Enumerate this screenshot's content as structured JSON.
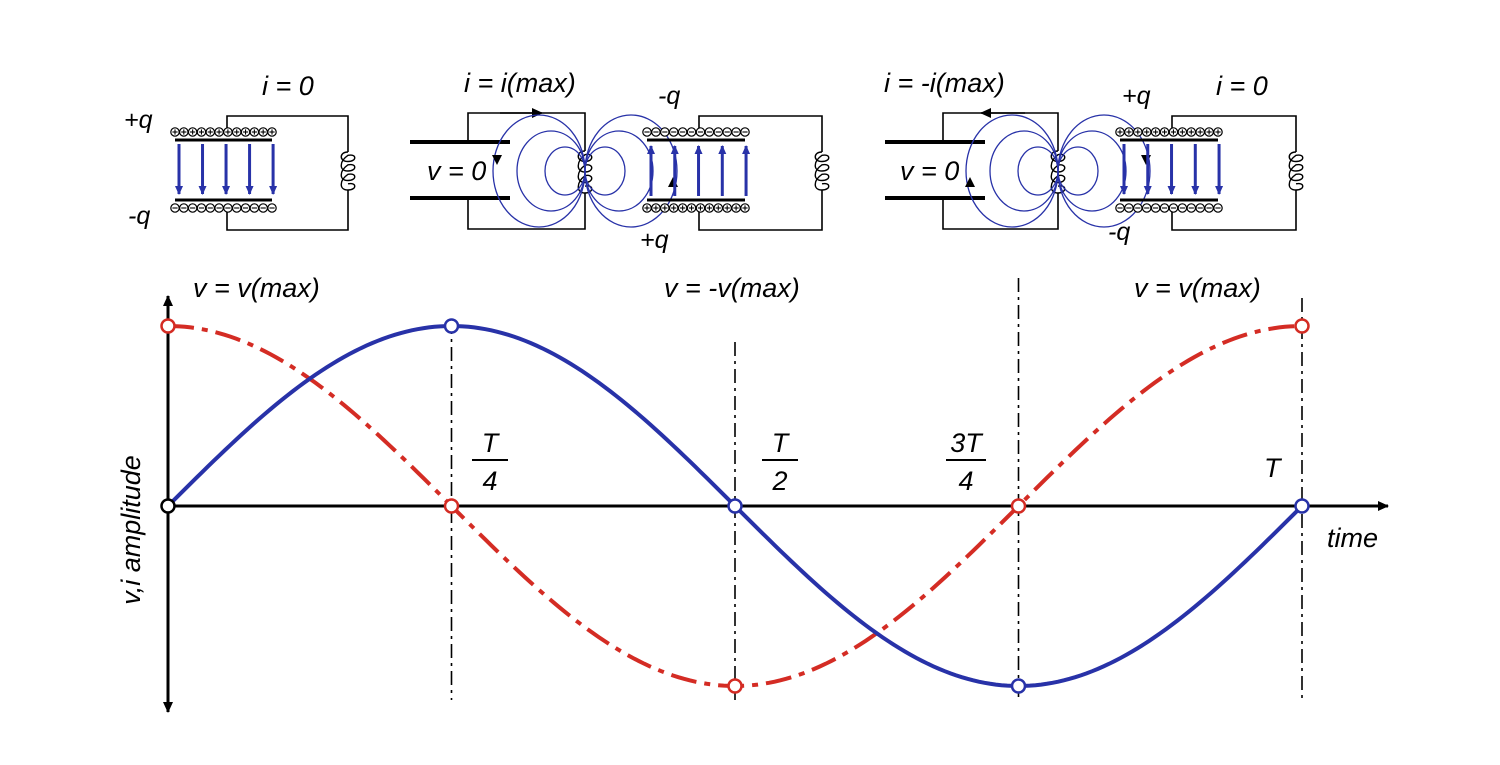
{
  "colors": {
    "voltage": "#d42c24",
    "current": "#2832a8",
    "axis": "#000000",
    "wire": "#000000",
    "field": "#2832a8",
    "marker_fill": "#ffffff"
  },
  "icons": [
    "capacitor-icon",
    "inductor-icon",
    "electric-field-arrow-icon",
    "magnetic-field-loop-icon"
  ],
  "circuits": [
    {
      "current_label": "i = 0",
      "top_charge": "+q",
      "bottom_charge": "-q",
      "field": "down"
    },
    {
      "current_label": "i = i(max)",
      "voltage_label": "v = 0",
      "current_direction": "right"
    },
    {
      "top_charge": "-q",
      "bottom_charge": "+q",
      "field": "up"
    },
    {
      "current_label": "i = -i(max)",
      "voltage_label": "v = 0",
      "current_direction": "left"
    },
    {
      "current_label": "i = 0",
      "top_charge": "+q",
      "bottom_charge": "-q",
      "field": "down"
    }
  ],
  "voltage_labels": [
    "v = v(max)",
    "v = -v(max)",
    "v = v(max)"
  ],
  "axes": {
    "y_label": "v,i amplitude",
    "x_label": "time"
  },
  "ticks": [
    {
      "num": "T",
      "den": "4",
      "t": 0.25
    },
    {
      "num": "T",
      "den": "2",
      "t": 0.5
    },
    {
      "num": "3T",
      "den": "4",
      "t": 0.75
    },
    {
      "num": "T",
      "den": "",
      "t": 1.0
    }
  ],
  "chart_data": {
    "type": "line",
    "x_range": [
      0,
      1
    ],
    "y_range": [
      -1,
      1
    ],
    "series": [
      {
        "style": "dash-dot",
        "color": "#d42c24",
        "function": "cos",
        "points": [
          [
            0,
            1
          ],
          [
            0.25,
            0
          ],
          [
            0.5,
            -1
          ],
          [
            0.75,
            0
          ],
          [
            1,
            1
          ]
        ]
      },
      {
        "style": "solid",
        "color": "#2832a8",
        "function": "sin",
        "points": [
          [
            0,
            0
          ],
          [
            0.25,
            1
          ],
          [
            0.5,
            0
          ],
          [
            0.75,
            -1
          ],
          [
            1,
            0
          ]
        ]
      }
    ]
  }
}
